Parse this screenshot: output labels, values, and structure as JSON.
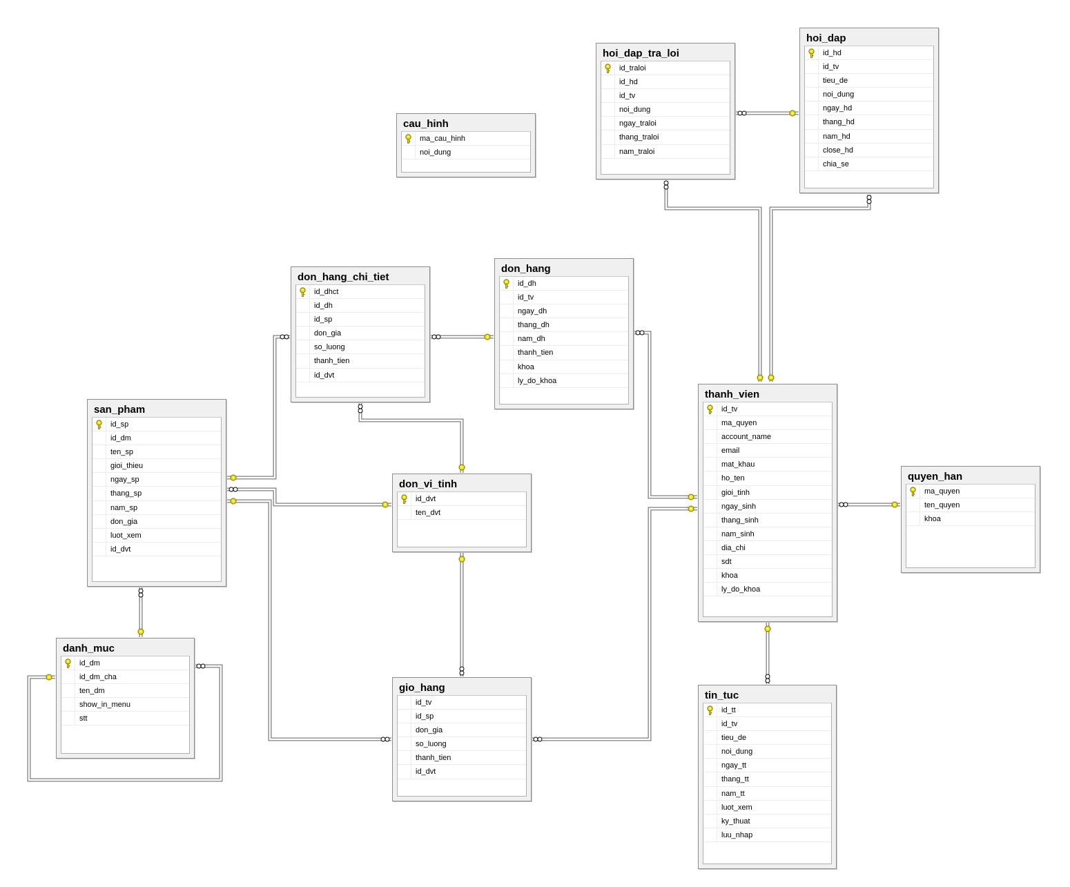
{
  "tables": [
    {
      "id": "cau_hinh",
      "title": "cau_hinh",
      "columns": [
        {
          "name": "ma_cau_hinh",
          "pk": true
        },
        {
          "name": "noi_dung",
          "pk": false
        }
      ]
    },
    {
      "id": "hoi_dap_tra_loi",
      "title": "hoi_dap_tra_loi",
      "columns": [
        {
          "name": "id_traloi",
          "pk": true
        },
        {
          "name": "id_hd",
          "pk": false
        },
        {
          "name": "id_tv",
          "pk": false
        },
        {
          "name": "noi_dung",
          "pk": false
        },
        {
          "name": "ngay_traloi",
          "pk": false
        },
        {
          "name": "thang_traloi",
          "pk": false
        },
        {
          "name": "nam_traloi",
          "pk": false
        }
      ]
    },
    {
      "id": "hoi_dap",
      "title": "hoi_dap",
      "columns": [
        {
          "name": "id_hd",
          "pk": true
        },
        {
          "name": "id_tv",
          "pk": false
        },
        {
          "name": "tieu_de",
          "pk": false
        },
        {
          "name": "noi_dung",
          "pk": false
        },
        {
          "name": "ngay_hd",
          "pk": false
        },
        {
          "name": "thang_hd",
          "pk": false
        },
        {
          "name": "nam_hd",
          "pk": false
        },
        {
          "name": "close_hd",
          "pk": false
        },
        {
          "name": "chia_se",
          "pk": false
        }
      ]
    },
    {
      "id": "don_hang_chi_tiet",
      "title": "don_hang_chi_tiet",
      "columns": [
        {
          "name": "id_dhct",
          "pk": true
        },
        {
          "name": "id_dh",
          "pk": false
        },
        {
          "name": "id_sp",
          "pk": false
        },
        {
          "name": "don_gia",
          "pk": false
        },
        {
          "name": "so_luong",
          "pk": false
        },
        {
          "name": "thanh_tien",
          "pk": false
        },
        {
          "name": "id_dvt",
          "pk": false
        }
      ]
    },
    {
      "id": "don_hang",
      "title": "don_hang",
      "columns": [
        {
          "name": "id_dh",
          "pk": true
        },
        {
          "name": "id_tv",
          "pk": false
        },
        {
          "name": "ngay_dh",
          "pk": false
        },
        {
          "name": "thang_dh",
          "pk": false
        },
        {
          "name": "nam_dh",
          "pk": false
        },
        {
          "name": "thanh_tien",
          "pk": false
        },
        {
          "name": "khoa",
          "pk": false
        },
        {
          "name": "ly_do_khoa",
          "pk": false
        }
      ]
    },
    {
      "id": "san_pham",
      "title": "san_pham",
      "columns": [
        {
          "name": "id_sp",
          "pk": true
        },
        {
          "name": "id_dm",
          "pk": false
        },
        {
          "name": "ten_sp",
          "pk": false
        },
        {
          "name": "gioi_thieu",
          "pk": false
        },
        {
          "name": "ngay_sp",
          "pk": false
        },
        {
          "name": "thang_sp",
          "pk": false
        },
        {
          "name": "nam_sp",
          "pk": false
        },
        {
          "name": "don_gia",
          "pk": false
        },
        {
          "name": "luot_xem",
          "pk": false
        },
        {
          "name": "id_dvt",
          "pk": false
        }
      ]
    },
    {
      "id": "don_vi_tinh",
      "title": "don_vi_tinh",
      "columns": [
        {
          "name": "id_dvt",
          "pk": true
        },
        {
          "name": "ten_dvt",
          "pk": false
        }
      ]
    },
    {
      "id": "thanh_vien",
      "title": "thanh_vien",
      "columns": [
        {
          "name": "id_tv",
          "pk": true
        },
        {
          "name": "ma_quyen",
          "pk": false
        },
        {
          "name": "account_name",
          "pk": false
        },
        {
          "name": "email",
          "pk": false
        },
        {
          "name": "mat_khau",
          "pk": false
        },
        {
          "name": "ho_ten",
          "pk": false
        },
        {
          "name": "gioi_tinh",
          "pk": false
        },
        {
          "name": "ngay_sinh",
          "pk": false
        },
        {
          "name": "thang_sinh",
          "pk": false
        },
        {
          "name": "nam_sinh",
          "pk": false
        },
        {
          "name": "dia_chi",
          "pk": false
        },
        {
          "name": "sdt",
          "pk": false
        },
        {
          "name": "khoa",
          "pk": false
        },
        {
          "name": "ly_do_khoa",
          "pk": false
        }
      ]
    },
    {
      "id": "quyen_han",
      "title": "quyen_han",
      "columns": [
        {
          "name": "ma_quyen",
          "pk": true
        },
        {
          "name": "ten_quyen",
          "pk": false
        },
        {
          "name": "khoa",
          "pk": false
        }
      ]
    },
    {
      "id": "danh_muc",
      "title": "danh_muc",
      "columns": [
        {
          "name": "id_dm",
          "pk": true
        },
        {
          "name": "id_dm_cha",
          "pk": false
        },
        {
          "name": "ten_dm",
          "pk": false
        },
        {
          "name": "show_in_menu",
          "pk": false
        },
        {
          "name": "stt",
          "pk": false
        }
      ]
    },
    {
      "id": "gio_hang",
      "title": "gio_hang",
      "columns": [
        {
          "name": "id_tv",
          "pk": false
        },
        {
          "name": "id_sp",
          "pk": false
        },
        {
          "name": "don_gia",
          "pk": false
        },
        {
          "name": "so_luong",
          "pk": false
        },
        {
          "name": "thanh_tien",
          "pk": false
        },
        {
          "name": "id_dvt",
          "pk": false
        }
      ]
    },
    {
      "id": "tin_tuc",
      "title": "tin_tuc",
      "columns": [
        {
          "name": "id_tt",
          "pk": true
        },
        {
          "name": "id_tv",
          "pk": false
        },
        {
          "name": "tieu_de",
          "pk": false
        },
        {
          "name": "noi_dung",
          "pk": false
        },
        {
          "name": "ngay_tt",
          "pk": false
        },
        {
          "name": "thang_tt",
          "pk": false
        },
        {
          "name": "nam_tt",
          "pk": false
        },
        {
          "name": "luot_xem",
          "pk": false
        },
        {
          "name": "ky_thuat",
          "pk": false
        },
        {
          "name": "luu_nhap",
          "pk": false
        }
      ]
    }
  ],
  "relationships": [
    {
      "from": "hoi_dap_tra_loi",
      "to": "hoi_dap",
      "many_end": "hoi_dap_tra_loi",
      "one_end": "hoi_dap"
    },
    {
      "from": "hoi_dap_tra_loi",
      "to": "thanh_vien",
      "many_end": "hoi_dap_tra_loi",
      "one_end": "thanh_vien"
    },
    {
      "from": "hoi_dap",
      "to": "thanh_vien",
      "many_end": "hoi_dap",
      "one_end": "thanh_vien"
    },
    {
      "from": "don_hang_chi_tiet",
      "to": "don_hang",
      "many_end": "don_hang_chi_tiet",
      "one_end": "don_hang"
    },
    {
      "from": "don_hang_chi_tiet",
      "to": "san_pham",
      "many_end": "don_hang_chi_tiet",
      "one_end": "san_pham"
    },
    {
      "from": "don_hang_chi_tiet",
      "to": "don_vi_tinh",
      "many_end": "don_hang_chi_tiet",
      "one_end": "don_vi_tinh"
    },
    {
      "from": "don_hang",
      "to": "thanh_vien",
      "many_end": "don_hang",
      "one_end": "thanh_vien"
    },
    {
      "from": "san_pham",
      "to": "don_vi_tinh",
      "many_end": "san_pham",
      "one_end": "don_vi_tinh"
    },
    {
      "from": "gio_hang",
      "to": "san_pham",
      "many_end": "gio_hang",
      "one_end": "san_pham"
    },
    {
      "from": "san_pham",
      "to": "danh_muc",
      "many_end": "san_pham",
      "one_end": "danh_muc"
    },
    {
      "from": "danh_muc",
      "to": "danh_muc",
      "many_end": "danh_muc",
      "one_end": "danh_muc"
    },
    {
      "from": "gio_hang",
      "to": "don_vi_tinh",
      "many_end": "gio_hang",
      "one_end": "don_vi_tinh"
    },
    {
      "from": "gio_hang",
      "to": "thanh_vien",
      "many_end": "gio_hang",
      "one_end": "thanh_vien"
    },
    {
      "from": "thanh_vien",
      "to": "quyen_han",
      "many_end": "thanh_vien",
      "one_end": "quyen_han"
    },
    {
      "from": "tin_tuc",
      "to": "thanh_vien",
      "many_end": "tin_tuc",
      "one_end": "thanh_vien"
    }
  ],
  "colors": {
    "key_fill": "#f2e600",
    "key_stroke": "#7a6e00",
    "line": "#7f7f7f",
    "header_bg": "#f0f0f0"
  }
}
